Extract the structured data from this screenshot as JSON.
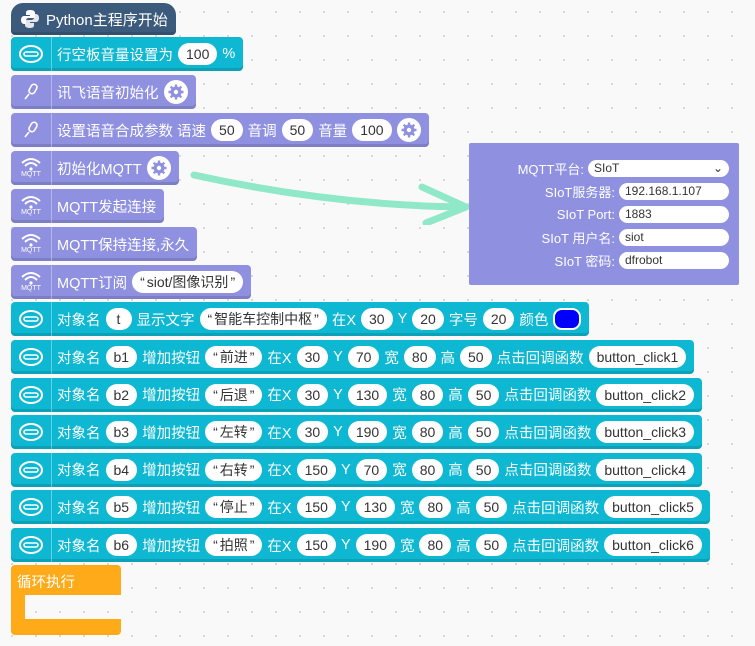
{
  "hat": {
    "label": "Python主程序开始"
  },
  "volume": {
    "label": "行空板音量设置为",
    "value": "100",
    "unit": "%"
  },
  "xunfei_init": {
    "label": "讯飞语音初始化"
  },
  "tts_params": {
    "label": "设置语音合成参数 语速",
    "speed": "50",
    "pitch_label": "音调",
    "pitch": "50",
    "volume_label": "音量",
    "volume": "100"
  },
  "mqtt_init": {
    "label": "初始化MQTT"
  },
  "mqtt_icon_caption": "MQTT",
  "mqtt_connect": {
    "label": "MQTT发起连接"
  },
  "mqtt_keep": {
    "label": "MQTT保持连接,永久"
  },
  "mqtt_sub": {
    "label": "MQTT订阅",
    "topic": "siot/图像识别"
  },
  "show_text": {
    "obj_label": "对象名",
    "obj": "t",
    "text_label": "显示文字",
    "text": "智能车控制中枢",
    "x_label": "在X",
    "x": "30",
    "y_label": "Y",
    "y": "20",
    "size_label": "字号",
    "size": "20",
    "color_label": "颜色",
    "color": "#0000ff"
  },
  "button_labels": {
    "obj": "对象名",
    "add": "增加按钮",
    "x": "在X",
    "y": "Y",
    "w": "宽",
    "h": "高",
    "cb": "点击回调函数"
  },
  "buttons": [
    {
      "obj": "b1",
      "text": "前进",
      "x": "30",
      "y": "70",
      "w": "80",
      "h": "50",
      "cb": "button_click1"
    },
    {
      "obj": "b2",
      "text": "后退",
      "x": "30",
      "y": "130",
      "w": "80",
      "h": "50",
      "cb": "button_click2"
    },
    {
      "obj": "b3",
      "text": "左转",
      "x": "30",
      "y": "190",
      "w": "80",
      "h": "50",
      "cb": "button_click3"
    },
    {
      "obj": "b4",
      "text": "右转",
      "x": "150",
      "y": "70",
      "w": "80",
      "h": "50",
      "cb": "button_click4"
    },
    {
      "obj": "b5",
      "text": "停止",
      "x": "150",
      "y": "130",
      "w": "80",
      "h": "50",
      "cb": "button_click5"
    },
    {
      "obj": "b6",
      "text": "拍照",
      "x": "150",
      "y": "190",
      "w": "80",
      "h": "50",
      "cb": "button_click6"
    }
  ],
  "loop": {
    "label": "循环执行"
  },
  "mqtt_panel": {
    "platform_label": "MQTT平台:",
    "platform_value": "SIoT",
    "server_label": "SIoT服务器:",
    "server": "192.168.1.107",
    "port_label": "SIoT Port:",
    "port": "1883",
    "user_label": "SIoT 用户名:",
    "user": "siot",
    "password_label": "SIoT 密码:",
    "password": "dfrobot"
  },
  "colors": {
    "cyan": "#0fb8d2",
    "purple": "#8f90e0",
    "navy": "#3c5a7c",
    "orange": "#ffab19",
    "arrow": "#8fe8c8"
  }
}
